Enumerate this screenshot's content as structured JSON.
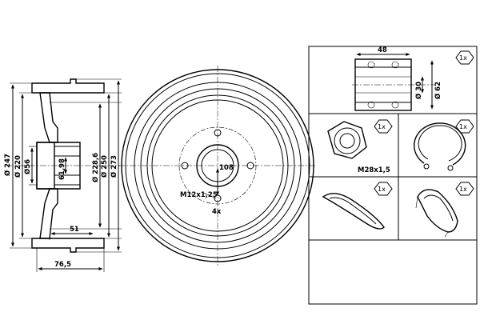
{
  "side_view": {
    "dim_247": "Ø 247",
    "dim_220": "Ø 220",
    "dim_56": "Ø56",
    "dim_61_98": "61,98",
    "dim_228_6": "Ø 228,6",
    "dim_250": "Ø 250",
    "dim_273": "Ø 273",
    "dim_51": "51",
    "dim_76_5": "76,5"
  },
  "front_view": {
    "pcd": "108",
    "bolt_thread": "M12x1,25",
    "bolt_count": "4x"
  },
  "kit": {
    "bearing": {
      "width": "48",
      "bore": "Ø 30",
      "outer": "Ø 62",
      "qty": "1x"
    },
    "nut": {
      "thread": "M28x1,5",
      "qty": "1x"
    },
    "circlip": {
      "qty": "1x"
    },
    "seal": {
      "qty": "1x"
    },
    "cap": {
      "qty": "1x"
    }
  }
}
